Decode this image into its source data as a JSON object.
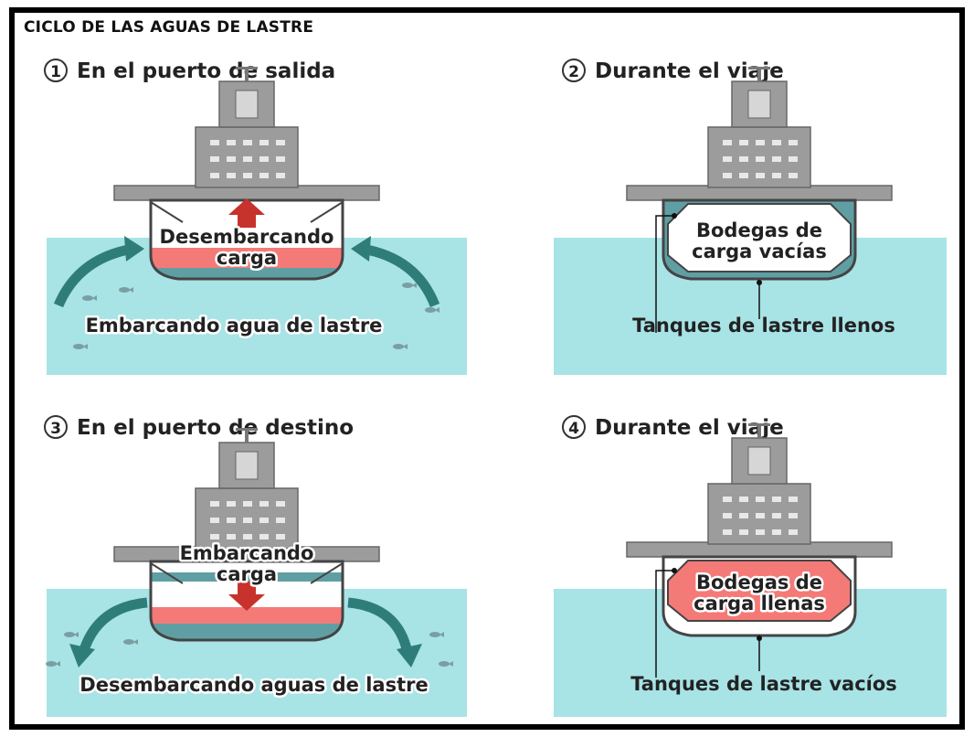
{
  "title": "CICLO DE LAS AGUAS DE LASTRE",
  "stages": [
    {
      "number": "1",
      "title": "En el puerto de salida",
      "ship_label_1": "Desembarcando",
      "ship_label_2": "carga",
      "water_label": "Embarcando agua de lastre"
    },
    {
      "number": "2",
      "title": "Durante el viaje",
      "ship_label_1": "Bodegas de",
      "ship_label_2": "carga vacías",
      "water_label": "Tanques de lastre llenos"
    },
    {
      "number": "3",
      "title": "En el puerto de destino",
      "ship_label_1": "Embarcando",
      "ship_label_2": "carga",
      "water_label": "Desembarcando aguas de lastre"
    },
    {
      "number": "4",
      "title": "Durante el viaje",
      "ship_label_1": "Bodegas de",
      "ship_label_2": "carga llenas",
      "water_label": "Tanques de lastre vacíos"
    }
  ],
  "colors": {
    "water": "#a8e3e6",
    "ballast": "#5f9fa3",
    "cargo": "#f47a78",
    "ship": "#9a9a9a",
    "arrow_red": "#c8322c",
    "arrow_teal": "#2f7d7b"
  }
}
